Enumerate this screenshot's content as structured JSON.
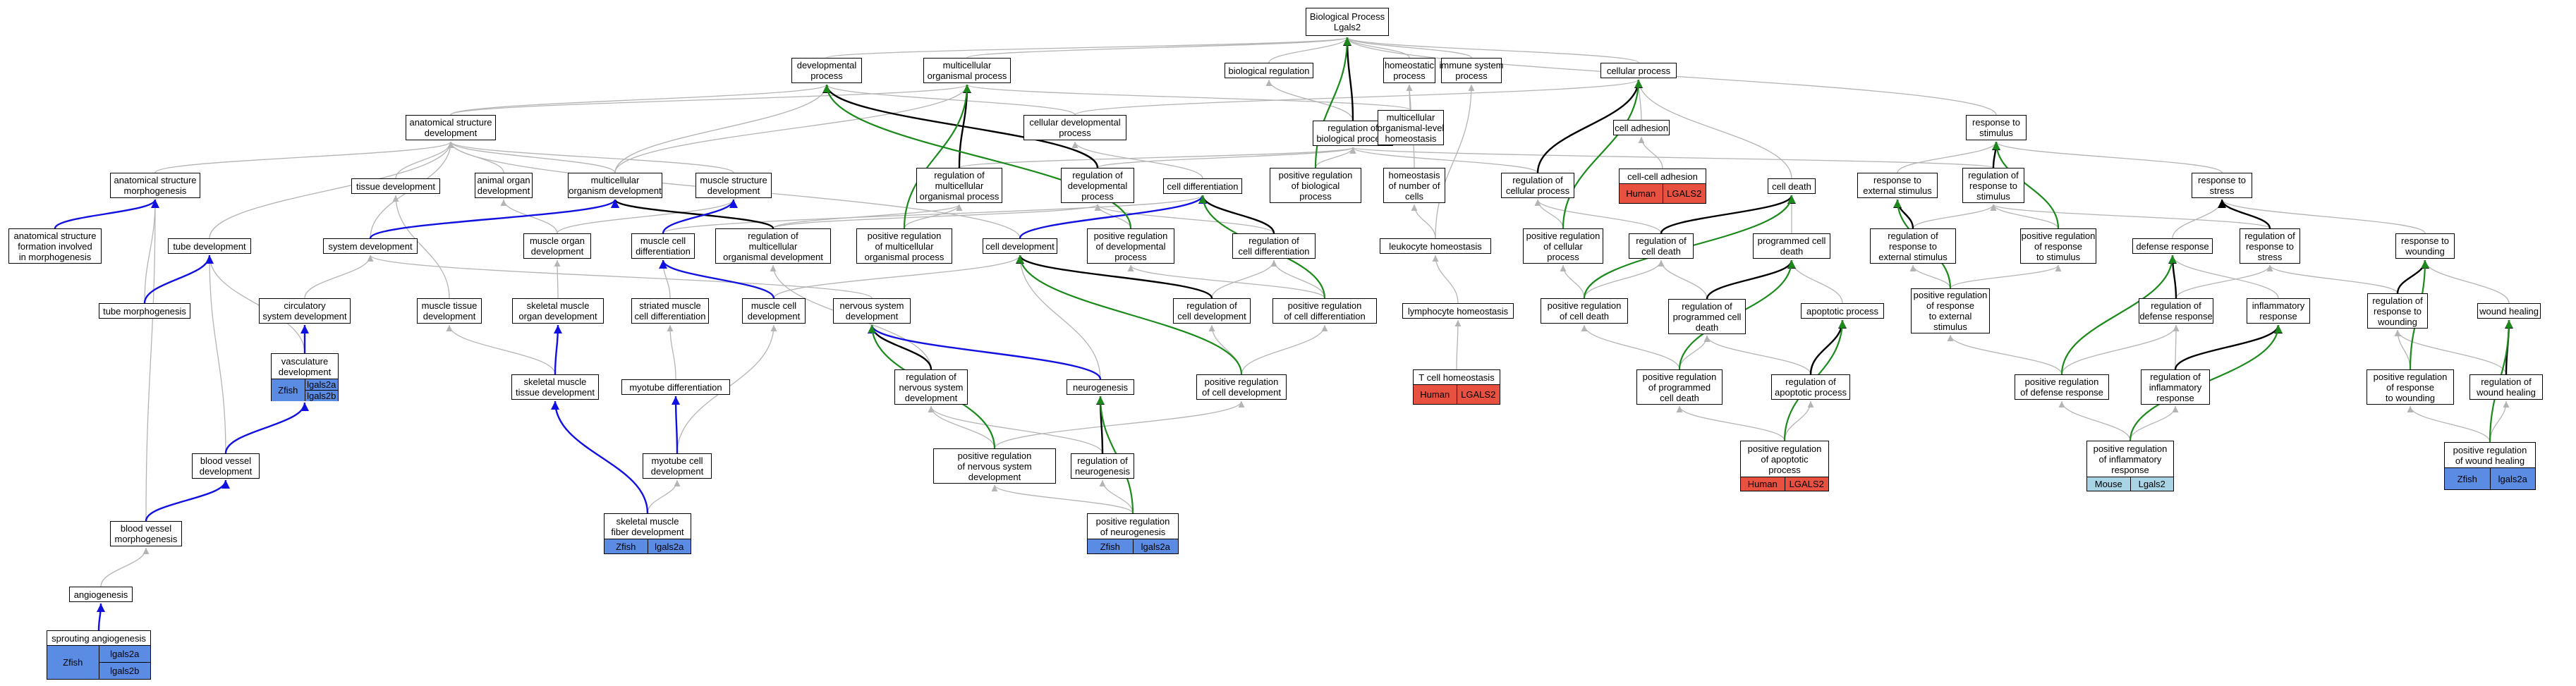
{
  "colors": {
    "zfish": "#5b8ce4",
    "human": "#e8513f",
    "mouse": "#a8d4e6",
    "edge_is_a": "#b4b4b4",
    "edge_part_of": "#000000",
    "edge_regulates": "#1b8a1b",
    "edge_has_part": "#1010e0"
  },
  "nodes": [
    {
      "id": "bp",
      "label": [
        "Biological Process",
        "Lgals2"
      ]
    },
    {
      "id": "dev",
      "label": [
        "developmental",
        "process"
      ]
    },
    {
      "id": "mop",
      "label": [
        "multicellular",
        "organismal process"
      ]
    },
    {
      "id": "bioreg",
      "label": [
        "biological regulation"
      ]
    },
    {
      "id": "homeo",
      "label": [
        "homeostatic",
        "process"
      ]
    },
    {
      "id": "imm",
      "label": [
        "immune system",
        "process"
      ]
    },
    {
      "id": "cellp",
      "label": [
        "cellular process"
      ]
    },
    {
      "id": "asd",
      "label": [
        "anatomical structure",
        "development"
      ]
    },
    {
      "id": "cdp",
      "label": [
        "cellular developmental",
        "process"
      ]
    },
    {
      "id": "rbp",
      "label": [
        "regulation of",
        "biological process"
      ]
    },
    {
      "id": "molh",
      "label": [
        "multicellular",
        "organismal-level",
        "homeostasis"
      ]
    },
    {
      "id": "cadh",
      "label": [
        "cell adhesion"
      ]
    },
    {
      "id": "rts",
      "label": [
        "response to",
        "stimulus"
      ]
    },
    {
      "id": "asm",
      "label": [
        "anatomical structure",
        "morphogenesis"
      ]
    },
    {
      "id": "tisdev",
      "label": [
        "tissue development"
      ]
    },
    {
      "id": "aod",
      "label": [
        "animal organ",
        "development"
      ]
    },
    {
      "id": "mod",
      "label": [
        "multicellular",
        "organism development"
      ]
    },
    {
      "id": "msd",
      "label": [
        "muscle structure",
        "development"
      ]
    },
    {
      "id": "rmop",
      "label": [
        "regulation of",
        "multicellular",
        "organismal process"
      ]
    },
    {
      "id": "rdp",
      "label": [
        "regulation of",
        "developmental",
        "process"
      ]
    },
    {
      "id": "cdiff",
      "label": [
        "cell differentiation"
      ]
    },
    {
      "id": "prbp",
      "label": [
        "positive regulation",
        "of biological",
        "process"
      ]
    },
    {
      "id": "hnc",
      "label": [
        "homeostasis",
        "of number of",
        "cells"
      ]
    },
    {
      "id": "rcp",
      "label": [
        "regulation of",
        "cellular process"
      ]
    },
    {
      "id": "cca",
      "label": [
        "cell-cell adhesion"
      ],
      "species": "Human",
      "genes": [
        "LGALS2"
      ]
    },
    {
      "id": "cdeath",
      "label": [
        "cell death"
      ]
    },
    {
      "id": "rtes",
      "label": [
        "response to",
        "external stimulus"
      ]
    },
    {
      "id": "rrts",
      "label": [
        "regulation of",
        "response to",
        "stimulus"
      ]
    },
    {
      "id": "rtstr",
      "label": [
        "response to",
        "stress"
      ]
    },
    {
      "id": "asfm",
      "label": [
        "anatomical structure",
        "formation involved",
        "in morphogenesis"
      ]
    },
    {
      "id": "tubedev",
      "label": [
        "tube development"
      ]
    },
    {
      "id": "sysdev",
      "label": [
        "system development"
      ]
    },
    {
      "id": "mood",
      "label": [
        "muscle organ",
        "development"
      ]
    },
    {
      "id": "mcd",
      "label": [
        "muscle cell",
        "differentiation"
      ]
    },
    {
      "id": "rmod",
      "label": [
        "regulation of",
        "multicellular",
        "organismal development"
      ]
    },
    {
      "id": "prmop",
      "label": [
        "positive regulation",
        "of multicellular",
        "organismal process"
      ]
    },
    {
      "id": "celldev",
      "label": [
        "cell development"
      ]
    },
    {
      "id": "prdp",
      "label": [
        "positive regulation",
        "of developmental",
        "process"
      ]
    },
    {
      "id": "rcd",
      "label": [
        "regulation of",
        "cell differentiation"
      ]
    },
    {
      "id": "lh",
      "label": [
        "leukocyte homeostasis"
      ]
    },
    {
      "id": "prcp",
      "label": [
        "positive regulation",
        "of cellular",
        "process"
      ]
    },
    {
      "id": "rcdeath",
      "label": [
        "regulation of",
        "cell death"
      ]
    },
    {
      "id": "pcd",
      "label": [
        "programmed cell",
        "death"
      ]
    },
    {
      "id": "rres",
      "label": [
        "regulation of",
        "response to",
        "external stimulus"
      ]
    },
    {
      "id": "prrts",
      "label": [
        "positive regulation",
        "of response",
        "to stimulus"
      ]
    },
    {
      "id": "defr",
      "label": [
        "defense response"
      ]
    },
    {
      "id": "rrstr",
      "label": [
        "regulation of",
        "response to",
        "stress"
      ]
    },
    {
      "id": "rtw",
      "label": [
        "response to",
        "wounding"
      ]
    },
    {
      "id": "tubem",
      "label": [
        "tube morphogenesis"
      ]
    },
    {
      "id": "csd",
      "label": [
        "circulatory",
        "system development"
      ]
    },
    {
      "id": "mtd",
      "label": [
        "muscle tissue",
        "development"
      ]
    },
    {
      "id": "smod",
      "label": [
        "skeletal muscle",
        "organ development"
      ]
    },
    {
      "id": "smcd",
      "label": [
        "striated muscle",
        "cell differentiation"
      ]
    },
    {
      "id": "mcdev",
      "label": [
        "muscle cell",
        "development"
      ]
    },
    {
      "id": "nsd",
      "label": [
        "nervous system",
        "development"
      ]
    },
    {
      "id": "rcdev",
      "label": [
        "regulation of",
        "cell development"
      ]
    },
    {
      "id": "prcd",
      "label": [
        "positive regulation",
        "of cell differentiation"
      ]
    },
    {
      "id": "lymh",
      "label": [
        "lymphocyte homeostasis"
      ]
    },
    {
      "id": "prcdeath",
      "label": [
        "positive regulation",
        "of cell death"
      ]
    },
    {
      "id": "rpcd",
      "label": [
        "regulation of",
        "programmed cell",
        "death"
      ]
    },
    {
      "id": "apop",
      "label": [
        "apoptotic process"
      ]
    },
    {
      "id": "prres",
      "label": [
        "positive regulation",
        "of response",
        "to external",
        "stimulus"
      ]
    },
    {
      "id": "rdefr",
      "label": [
        "regulation of",
        "defense response"
      ]
    },
    {
      "id": "inflr",
      "label": [
        "inflammatory",
        "response"
      ]
    },
    {
      "id": "rrtw",
      "label": [
        "regulation of",
        "response to",
        "wounding"
      ]
    },
    {
      "id": "wh",
      "label": [
        "wound healing"
      ]
    },
    {
      "id": "vasc",
      "label": [
        "vasculature",
        "development"
      ],
      "species": "Zfish",
      "genes": [
        "lgals2a",
        "lgals2b"
      ]
    },
    {
      "id": "smtd",
      "label": [
        "skeletal muscle",
        "tissue development"
      ]
    },
    {
      "id": "mtdiff",
      "label": [
        "myotube differentiation"
      ]
    },
    {
      "id": "rnsd",
      "label": [
        "regulation of",
        "nervous system",
        "development"
      ]
    },
    {
      "id": "neuro",
      "label": [
        "neurogenesis"
      ]
    },
    {
      "id": "prcdev",
      "label": [
        "positive regulation",
        "of cell development"
      ]
    },
    {
      "id": "tch",
      "label": [
        "T cell homeostasis"
      ],
      "species": "Human",
      "genes": [
        "LGALS2"
      ]
    },
    {
      "id": "prpcd",
      "label": [
        "positive regulation",
        "of programmed",
        "cell death"
      ]
    },
    {
      "id": "rap",
      "label": [
        "regulation of",
        "apoptotic process"
      ]
    },
    {
      "id": "prdefr",
      "label": [
        "positive regulation",
        "of defense response"
      ]
    },
    {
      "id": "rinfl",
      "label": [
        "regulation of",
        "inflammatory",
        "response"
      ]
    },
    {
      "id": "prrtw",
      "label": [
        "positive regulation",
        "of response",
        "to wounding"
      ]
    },
    {
      "id": "rwh",
      "label": [
        "regulation of",
        "wound healing"
      ]
    },
    {
      "id": "bvd",
      "label": [
        "blood vessel",
        "development"
      ]
    },
    {
      "id": "mtcdev",
      "label": [
        "myotube cell",
        "development"
      ]
    },
    {
      "id": "prnsd",
      "label": [
        "positive regulation",
        "of nervous system",
        "development"
      ]
    },
    {
      "id": "rneuro",
      "label": [
        "regulation of",
        "neurogenesis"
      ]
    },
    {
      "id": "prap",
      "label": [
        "positive regulation",
        "of apoptotic",
        "process"
      ],
      "species": "Human",
      "genes": [
        "LGALS2"
      ]
    },
    {
      "id": "prinfl",
      "label": [
        "positive regulation",
        "of inflammatory",
        "response"
      ],
      "species": "Mouse",
      "genes": [
        "Lgals2"
      ]
    },
    {
      "id": "prwh",
      "label": [
        "positive regulation",
        "of wound healing"
      ],
      "species": "Zfish",
      "genes": [
        "lgals2a"
      ]
    },
    {
      "id": "bvm",
      "label": [
        "blood vessel",
        "morphogenesis"
      ]
    },
    {
      "id": "smfd",
      "label": [
        "skeletal muscle",
        "fiber development"
      ],
      "species": "Zfish",
      "genes": [
        "lgals2a"
      ]
    },
    {
      "id": "prneuro",
      "label": [
        "positive regulation",
        "of neurogenesis"
      ],
      "species": "Zfish",
      "genes": [
        "lgals2a"
      ]
    },
    {
      "id": "angio",
      "label": [
        "angiogenesis"
      ]
    },
    {
      "id": "sang",
      "label": [
        "sprouting angiogenesis"
      ],
      "species": "Zfish",
      "genes": [
        "lgals2a",
        "lgals2b"
      ]
    }
  ],
  "edges": [
    [
      "dev",
      "bp",
      "is_a"
    ],
    [
      "mop",
      "bp",
      "is_a"
    ],
    [
      "bioreg",
      "bp",
      "is_a"
    ],
    [
      "homeo",
      "bp",
      "is_a"
    ],
    [
      "imm",
      "bp",
      "is_a"
    ],
    [
      "cellp",
      "bp",
      "is_a"
    ],
    [
      "rts",
      "bp",
      "is_a"
    ],
    [
      "rbp",
      "bp",
      "part_of"
    ],
    [
      "asd",
      "dev",
      "is_a"
    ],
    [
      "cdp",
      "dev",
      "is_a"
    ],
    [
      "asd",
      "mop",
      "is_a"
    ],
    [
      "rmop",
      "mop",
      "part_of"
    ],
    [
      "rbp",
      "bioreg",
      "is_a"
    ],
    [
      "molh",
      "homeo",
      "is_a"
    ],
    [
      "molh",
      "mop",
      "is_a"
    ],
    [
      "cdp",
      "cellp",
      "is_a"
    ],
    [
      "cadh",
      "cellp",
      "is_a"
    ],
    [
      "asm",
      "asd",
      "is_a"
    ],
    [
      "tisdev",
      "asd",
      "is_a"
    ],
    [
      "aod",
      "asd",
      "is_a"
    ],
    [
      "mod",
      "asd",
      "is_a"
    ],
    [
      "msd",
      "asd",
      "is_a"
    ],
    [
      "mod",
      "dev",
      "is_a"
    ],
    [
      "mod",
      "mop",
      "is_a"
    ],
    [
      "rmop",
      "rbp",
      "is_a"
    ],
    [
      "rdp",
      "rbp",
      "is_a"
    ],
    [
      "rdp",
      "dev",
      "part_of"
    ],
    [
      "cdiff",
      "cdp",
      "is_a"
    ],
    [
      "prbp",
      "rbp",
      "is_a"
    ],
    [
      "prbp",
      "bp",
      "regulates"
    ],
    [
      "hnc",
      "homeo",
      "is_a"
    ],
    [
      "rcp",
      "rbp",
      "is_a"
    ],
    [
      "rcp",
      "cellp",
      "part_of"
    ],
    [
      "cca",
      "cadh",
      "is_a"
    ],
    [
      "cdeath",
      "cellp",
      "is_a"
    ],
    [
      "rtes",
      "rts",
      "is_a"
    ],
    [
      "rrts",
      "rbp",
      "is_a"
    ],
    [
      "rrts",
      "rts",
      "part_of"
    ],
    [
      "rtstr",
      "rts",
      "is_a"
    ],
    [
      "asfm",
      "asm",
      "has_part"
    ],
    [
      "tubedev",
      "asd",
      "is_a"
    ],
    [
      "sysdev",
      "mod",
      "has_part"
    ],
    [
      "sysdev",
      "asd",
      "is_a"
    ],
    [
      "mood",
      "aod",
      "is_a"
    ],
    [
      "mood",
      "msd",
      "is_a"
    ],
    [
      "mcd",
      "cdiff",
      "is_a"
    ],
    [
      "mcd",
      "msd",
      "has_part"
    ],
    [
      "rmod",
      "rmop",
      "is_a"
    ],
    [
      "rmod",
      "mod",
      "part_of"
    ],
    [
      "rmod",
      "rdp",
      "is_a"
    ],
    [
      "prmop",
      "rmop",
      "is_a"
    ],
    [
      "prmop",
      "mop",
      "regulates"
    ],
    [
      "celldev",
      "cdiff",
      "has_part"
    ],
    [
      "celldev",
      "asd",
      "is_a"
    ],
    [
      "prdp",
      "rdp",
      "is_a"
    ],
    [
      "prdp",
      "dev",
      "regulates"
    ],
    [
      "rcd",
      "rdp",
      "is_a"
    ],
    [
      "rcd",
      "cdiff",
      "part_of"
    ],
    [
      "lh",
      "hnc",
      "is_a"
    ],
    [
      "lh",
      "imm",
      "is_a"
    ],
    [
      "prcp",
      "rcp",
      "is_a"
    ],
    [
      "prcp",
      "cellp",
      "regulates"
    ],
    [
      "rcdeath",
      "rcp",
      "is_a"
    ],
    [
      "rcdeath",
      "cdeath",
      "part_of"
    ],
    [
      "pcd",
      "cdeath",
      "is_a"
    ],
    [
      "rres",
      "rrts",
      "is_a"
    ],
    [
      "rres",
      "rtes",
      "part_of"
    ],
    [
      "prrts",
      "rrts",
      "is_a"
    ],
    [
      "prrts",
      "rts",
      "regulates"
    ],
    [
      "defr",
      "rtstr",
      "is_a"
    ],
    [
      "rrstr",
      "rrts",
      "is_a"
    ],
    [
      "rrstr",
      "rtstr",
      "part_of"
    ],
    [
      "rtw",
      "rtstr",
      "is_a"
    ],
    [
      "tubem",
      "tubedev",
      "has_part"
    ],
    [
      "tubem",
      "asm",
      "is_a"
    ],
    [
      "csd",
      "sysdev",
      "is_a"
    ],
    [
      "mtd",
      "tisdev",
      "is_a"
    ],
    [
      "smod",
      "mood",
      "is_a"
    ],
    [
      "smcd",
      "mcd",
      "is_a"
    ],
    [
      "mcdev",
      "mcd",
      "has_part"
    ],
    [
      "mcdev",
      "celldev",
      "is_a"
    ],
    [
      "nsd",
      "sysdev",
      "is_a"
    ],
    [
      "rcdev",
      "rcd",
      "is_a"
    ],
    [
      "rcdev",
      "celldev",
      "part_of"
    ],
    [
      "prcd",
      "rcd",
      "is_a"
    ],
    [
      "prcd",
      "cdiff",
      "regulates"
    ],
    [
      "prcd",
      "prdp",
      "is_a"
    ],
    [
      "lymh",
      "lh",
      "is_a"
    ],
    [
      "prcdeath",
      "rcdeath",
      "is_a"
    ],
    [
      "prcdeath",
      "cdeath",
      "regulates"
    ],
    [
      "prcdeath",
      "prcp",
      "is_a"
    ],
    [
      "rpcd",
      "rcdeath",
      "is_a"
    ],
    [
      "rpcd",
      "pcd",
      "part_of"
    ],
    [
      "apop",
      "pcd",
      "is_a"
    ],
    [
      "prres",
      "rres",
      "is_a"
    ],
    [
      "prres",
      "rtes",
      "regulates"
    ],
    [
      "prres",
      "prrts",
      "is_a"
    ],
    [
      "rdefr",
      "rrstr",
      "is_a"
    ],
    [
      "rdefr",
      "defr",
      "part_of"
    ],
    [
      "inflr",
      "defr",
      "is_a"
    ],
    [
      "rrtw",
      "rrstr",
      "is_a"
    ],
    [
      "rrtw",
      "rtw",
      "part_of"
    ],
    [
      "wh",
      "rtw",
      "is_a"
    ],
    [
      "vasc",
      "csd",
      "has_part"
    ],
    [
      "vasc",
      "tubedev",
      "is_a"
    ],
    [
      "smtd",
      "smod",
      "has_part"
    ],
    [
      "smtd",
      "mtd",
      "is_a"
    ],
    [
      "mtdiff",
      "smcd",
      "is_a"
    ],
    [
      "rnsd",
      "nsd",
      "part_of"
    ],
    [
      "rnsd",
      "rmod",
      "is_a"
    ],
    [
      "neuro",
      "nsd",
      "has_part"
    ],
    [
      "neuro",
      "celldev",
      "is_a"
    ],
    [
      "prcdev",
      "rcdev",
      "is_a"
    ],
    [
      "prcdev",
      "celldev",
      "regulates"
    ],
    [
      "prcdev",
      "prcd",
      "is_a"
    ],
    [
      "tch",
      "lymh",
      "is_a"
    ],
    [
      "prpcd",
      "rpcd",
      "is_a"
    ],
    [
      "prpcd",
      "pcd",
      "regulates"
    ],
    [
      "prpcd",
      "prcdeath",
      "is_a"
    ],
    [
      "rap",
      "rpcd",
      "is_a"
    ],
    [
      "rap",
      "apop",
      "part_of"
    ],
    [
      "prdefr",
      "rdefr",
      "is_a"
    ],
    [
      "prdefr",
      "defr",
      "regulates"
    ],
    [
      "prdefr",
      "prres",
      "is_a"
    ],
    [
      "rinfl",
      "rdefr",
      "is_a"
    ],
    [
      "rinfl",
      "inflr",
      "part_of"
    ],
    [
      "prrtw",
      "rrtw",
      "is_a"
    ],
    [
      "prrtw",
      "rtw",
      "regulates"
    ],
    [
      "rwh",
      "rrtw",
      "is_a"
    ],
    [
      "rwh",
      "wh",
      "part_of"
    ],
    [
      "bvd",
      "vasc",
      "has_part"
    ],
    [
      "bvd",
      "tubedev",
      "is_a"
    ],
    [
      "mtcdev",
      "mtdiff",
      "has_part"
    ],
    [
      "mtcdev",
      "mcdev",
      "is_a"
    ],
    [
      "prnsd",
      "rnsd",
      "is_a"
    ],
    [
      "prnsd",
      "nsd",
      "regulates"
    ],
    [
      "prnsd",
      "prcdev",
      "is_a"
    ],
    [
      "rneuro",
      "rnsd",
      "is_a"
    ],
    [
      "rneuro",
      "neuro",
      "part_of"
    ],
    [
      "prap",
      "rap",
      "is_a"
    ],
    [
      "prap",
      "apop",
      "regulates"
    ],
    [
      "prap",
      "prpcd",
      "is_a"
    ],
    [
      "prinfl",
      "rinfl",
      "is_a"
    ],
    [
      "prinfl",
      "inflr",
      "regulates"
    ],
    [
      "prinfl",
      "prdefr",
      "is_a"
    ],
    [
      "prwh",
      "rwh",
      "is_a"
    ],
    [
      "prwh",
      "wh",
      "regulates"
    ],
    [
      "prwh",
      "prrtw",
      "is_a"
    ],
    [
      "bvm",
      "bvd",
      "has_part"
    ],
    [
      "bvm",
      "asm",
      "is_a"
    ],
    [
      "smfd",
      "smtd",
      "has_part"
    ],
    [
      "smfd",
      "mtcdev",
      "is_a"
    ],
    [
      "prneuro",
      "rneuro",
      "is_a"
    ],
    [
      "prneuro",
      "neuro",
      "regulates"
    ],
    [
      "prneuro",
      "prnsd",
      "is_a"
    ],
    [
      "angio",
      "bvm",
      "is_a"
    ],
    [
      "sang",
      "angio",
      "has_part"
    ]
  ]
}
